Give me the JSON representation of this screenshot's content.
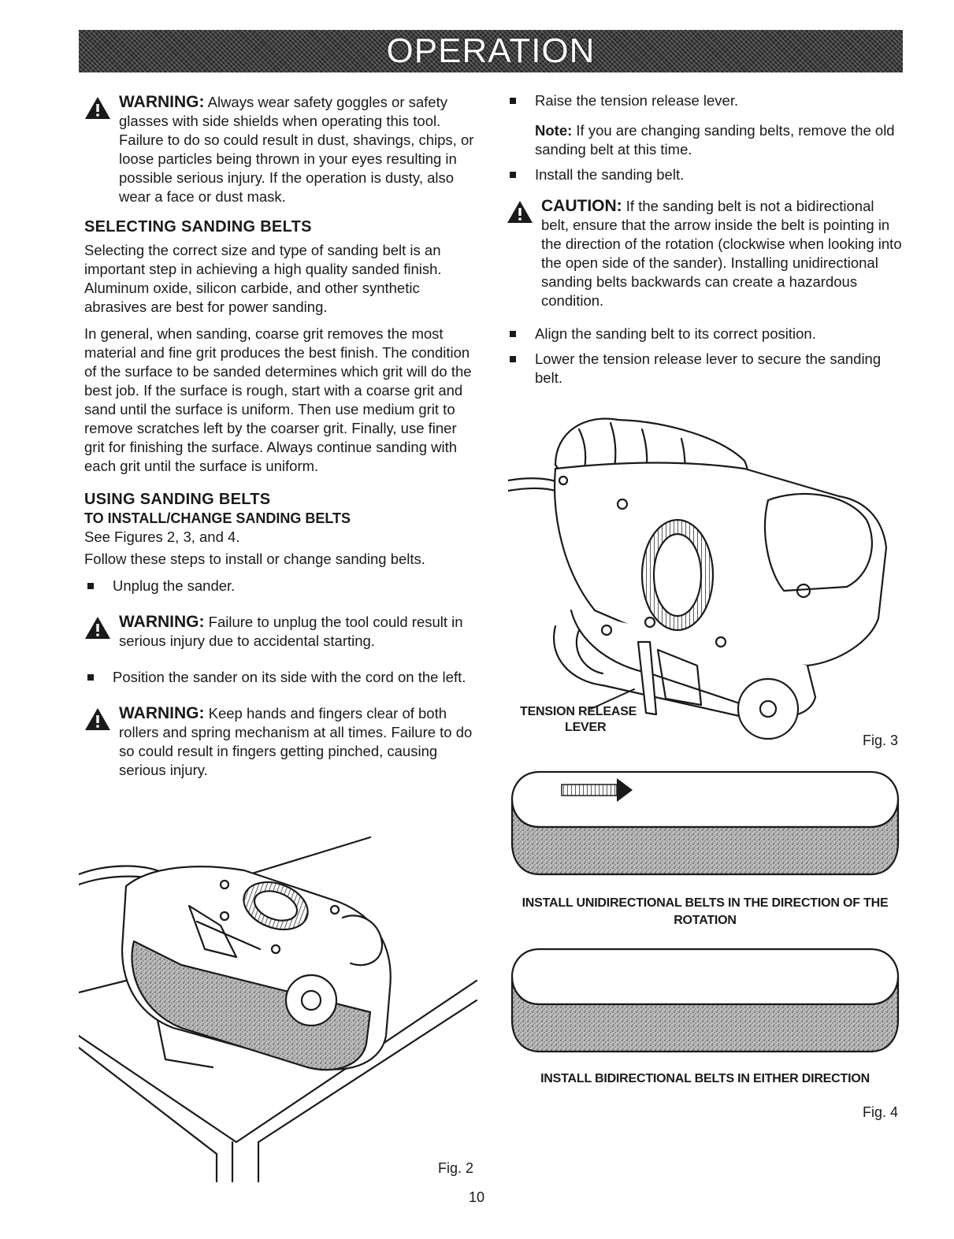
{
  "header": {
    "title": "OPERATION"
  },
  "left": {
    "warning1": {
      "label": "WARNING:",
      "text": "Always wear safety goggles or safety glasses with side shields when operating this tool. Failure to do so could result in dust, shavings, chips, or loose particles being thrown in your eyes resulting in possible serious injury. If the operation is dusty, also wear a face or dust mask."
    },
    "selecting": {
      "heading": "SELECTING SANDING BELTS",
      "p1": "Selecting the correct size and type of sanding belt is an important step in achieving a high quality sanded finish. Aluminum oxide, silicon carbide, and other synthetic abrasives are best for power sanding.",
      "p2": "In general, when sanding, coarse grit removes the most material and fine grit produces the best finish. The condition of the surface to be sanded determines which grit will do the best job. If the surface is rough, start with a coarse grit and sand until the surface is uniform. Then use medium grit to remove scratches left by the coarser grit. Finally, use finer grit for finishing the surface. Always continue sanding with each grit until the surface is uniform."
    },
    "using": {
      "heading": "USING SANDING BELTS",
      "subheading": "TO INSTALL/CHANGE SANDING BELTS",
      "see": "See Figures 2, 3, and 4.",
      "follow": "Follow these steps to install or change sanding belts.",
      "step1": "Unplug the sander.",
      "warning2": {
        "label": "WARNING:",
        "text": "Failure to unplug the tool could result in serious injury due to accidental starting."
      },
      "step2": "Position the sander on its side with the cord on the left.",
      "warning3": {
        "label": "WARNING:",
        "text": "Keep hands and fingers clear of both rollers and spring mechanism at all times. Failure to do so could result in fingers getting pinched, causing serious injury."
      }
    }
  },
  "right": {
    "step3": "Raise the tension release lever.",
    "note": {
      "label": "Note:",
      "text": "If you are changing sanding belts, remove the old sanding belt at this time."
    },
    "step4": "Install the sanding belt.",
    "caution": {
      "label": "CAUTION:",
      "text": "If the sanding belt is not a bidirectional belt, ensure that the arrow inside the belt is pointing in the direction of the rotation (clockwise when looking into the open side of the sander). Installing unidirectional sanding belts backwards can create a hazardous condition."
    },
    "step5": "Align the sanding belt to its correct position.",
    "step6": "Lower the tension release lever to secure the sanding belt."
  },
  "figures": {
    "fig2": "Fig. 2",
    "fig3": "Fig. 3",
    "fig3_callout_line1": "TENSION RELEASE",
    "fig3_callout_line2": "LEVER",
    "fig4": "Fig. 4",
    "fig4_caption1": "INSTALL UNIDIRECTIONAL BELTS IN THE DIRECTION OF THE ROTATION",
    "fig4_caption2": "INSTALL BIDIRECTIONAL BELTS IN EITHER DIRECTION"
  },
  "page_number": "10"
}
